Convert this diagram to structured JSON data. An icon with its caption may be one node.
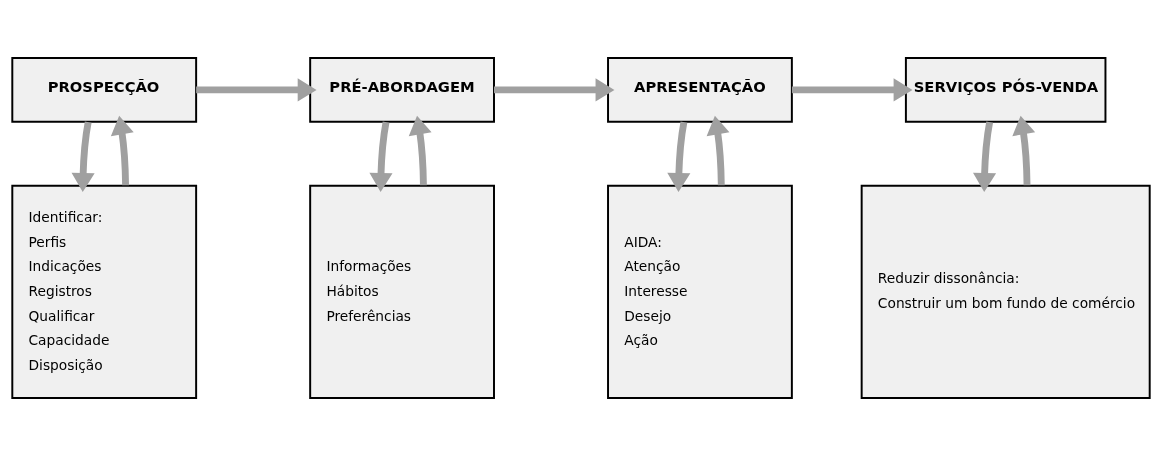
{
  "diagram": {
    "nodes": [
      {
        "text": [
          "PROSPECÇÃO"
        ]
      },
      {
        "text": [
          "PRÉ-ABORDAGEM"
        ]
      },
      {
        "text": [
          "APRESENTAÇÃO"
        ]
      },
      {
        "text": [
          "SERVIÇOS PÓS-VENDA"
        ]
      },
      {
        "text": [
          "Identificar:",
          "Perfis",
          "Indicações",
          "Registros",
          "Qualificar",
          "Capacidade",
          "Disposição"
        ]
      },
      {
        "text": [
          "Informações",
          "Hábitos",
          "Preferências"
        ]
      },
      {
        "text": [
          "AIDA:",
          "Atenção",
          "Interesse",
          "Desejo",
          "Ação"
        ]
      },
      {
        "text": [
          "Reduzir dissonância:",
          "Construir um bom fundo de comércio"
        ]
      }
    ],
    "edges": [
      {
        "from": 0,
        "to": 1,
        "arrow": "to"
      },
      {
        "from": 1,
        "to": 2,
        "arrow": "to"
      },
      {
        "from": 2,
        "to": 3,
        "arrow": "to"
      },
      {
        "from": 0,
        "to": 4,
        "arrow": "to"
      },
      {
        "from": 4,
        "to": 0,
        "arrow": "to"
      },
      {
        "from": 1,
        "to": 5,
        "arrow": "to"
      },
      {
        "from": 5,
        "to": 1,
        "arrow": "to"
      },
      {
        "from": 2,
        "to": 6,
        "arrow": "to"
      },
      {
        "from": 6,
        "to": 2,
        "arrow": "to"
      },
      {
        "from": 3,
        "to": 7,
        "arrow": "to"
      },
      {
        "from": 7,
        "to": 3,
        "arrow": "to"
      }
    ]
  }
}
